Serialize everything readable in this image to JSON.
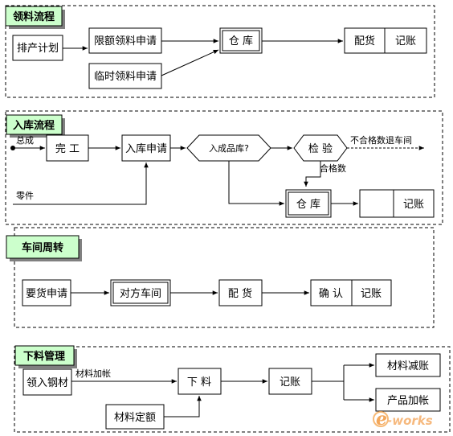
{
  "sections": {
    "issue": {
      "title": "领料流程",
      "plan": "排产计划",
      "quota_request": "限额领料申请",
      "temp_request": "临时领料申请",
      "warehouse": "仓  库",
      "distribute": "配货",
      "record": "记账"
    },
    "inbound": {
      "title": "入库流程",
      "assembly": "总成",
      "finish": "完  工",
      "request": "入库申请",
      "decision": "入成品库?",
      "inspect": "检  验",
      "reject": "不合格数退车间",
      "pass": "合格数",
      "parts": "零件",
      "warehouse": "仓  库",
      "record": "记账"
    },
    "workshop": {
      "title": "车间周转",
      "request": "要货申请",
      "other": "对方车间",
      "distribute": "配  货",
      "confirm": "确  认",
      "record": "记账"
    },
    "return": {
      "title": "下料管理",
      "steel": "领入钢材",
      "material_add": "材料加帐",
      "cutting": "下  料",
      "record": "记账",
      "quota": "材料定额",
      "material_reduce": "材料减账",
      "product_add": "产品加帐"
    }
  },
  "watermark": {
    "prefix": "e",
    "suffix": "-works"
  }
}
